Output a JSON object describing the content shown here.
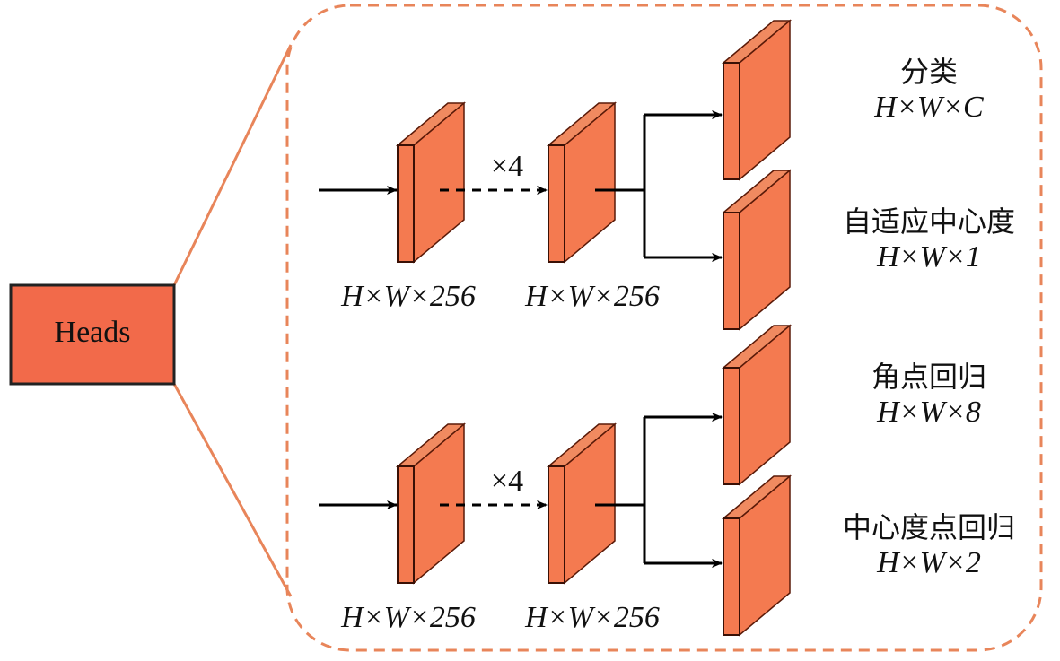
{
  "heads_label": "Heads",
  "repeat_label": "×4",
  "colors": {
    "block": "#f47a50",
    "block_side": "#f08a60",
    "border": "#e8855a",
    "heads_fill": "#f26a4a"
  },
  "branches": [
    {
      "in_dim": "H×W×256",
      "mid_dim": "H×W×256",
      "outputs": [
        {
          "name": "分类",
          "dim": "H×W×C"
        },
        {
          "name": "自适应中心度",
          "dim": "H×W×1"
        }
      ]
    },
    {
      "in_dim": "H×W×256",
      "mid_dim": "H×W×256",
      "outputs": [
        {
          "name": "角点回归",
          "dim": "H×W×8"
        },
        {
          "name": "中心度点回归",
          "dim": "H×W×2"
        }
      ]
    }
  ]
}
